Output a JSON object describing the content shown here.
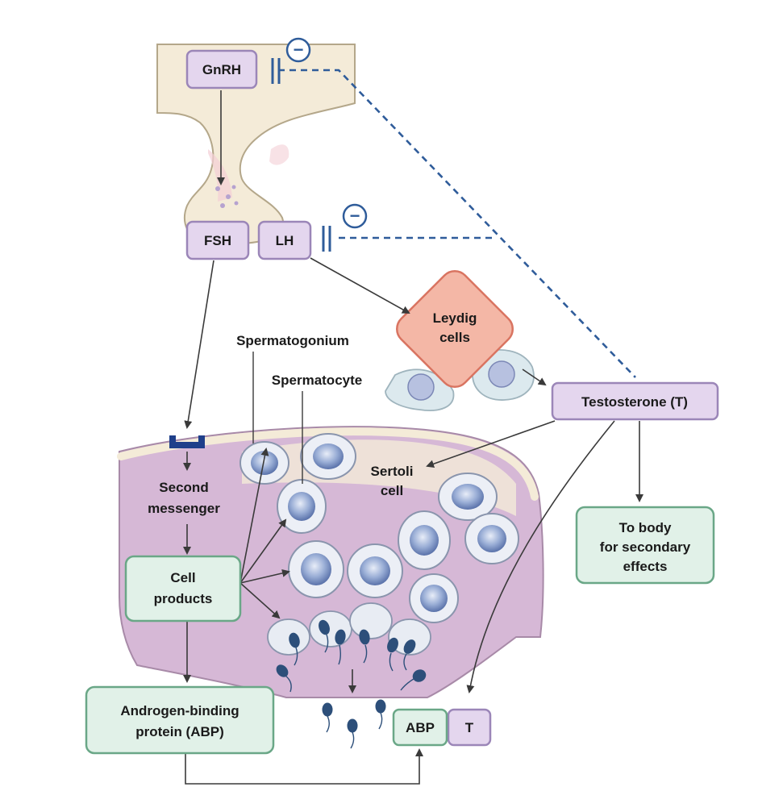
{
  "hormones": {
    "gnrh": "GnRH",
    "fsh": "FSH",
    "lh": "LH",
    "testosterone": "Testosterone (T)",
    "t": "T",
    "abp_short": "ABP"
  },
  "cells": {
    "leydig_line1": "Leydig",
    "leydig_line2": "cells",
    "spermatogonium": "Spermatogonium",
    "spermatocyte": "Spermatocyte",
    "sertoli_line1": "Sertoli",
    "sertoli_line2": "cell"
  },
  "labels": {
    "second_messenger_line1": "Second",
    "second_messenger_line2": "messenger",
    "cell_products_line1": "Cell",
    "cell_products_line2": "products",
    "abp_line1": "Androgen-binding",
    "abp_line2": "protein (ABP)",
    "body_line1": "To body",
    "body_line2": "for secondary",
    "body_line3": "effects"
  },
  "inhibition_symbol": "−",
  "colors": {
    "hormone_box": "#e4d6ee",
    "product_box": "#e1f1e8",
    "leydig": "#f4b7a6",
    "tubule": "#d6b8d6",
    "inhibition": "#2f5c9a",
    "receptor": "#1f3f8a"
  }
}
